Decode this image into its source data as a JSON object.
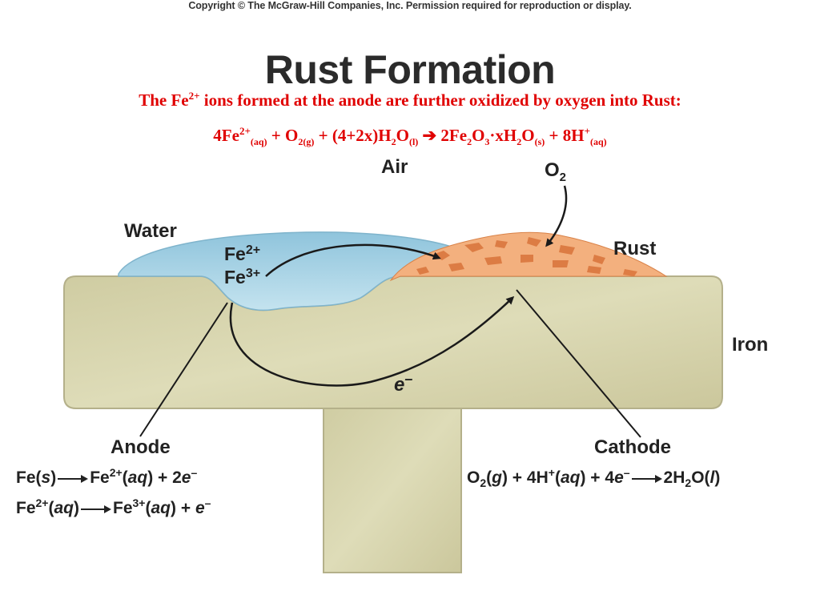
{
  "copyright": "Copyright © The McGraw-Hill Companies, Inc. Permission required for reproduction or display.",
  "title": "Rust Formation",
  "subtitle": {
    "prefix": "The Fe",
    "charge": "2+",
    "suffix": " ions formed at the anode are further oxidized by oxygen into Rust:"
  },
  "equation": {
    "t1": "4Fe",
    "t1_sup": "2+",
    "t1_sub": "(aq)",
    "t2": " + O",
    "t2_sub": "2(g)",
    "t3": " + (4+2x)H",
    "t3_sub1": "2",
    "t3b": "O",
    "t3_sub2": "(l)",
    "arrow": " ➔ ",
    "t4": "2Fe",
    "t4_sub1": "2",
    "t4b": "O",
    "t4_sub2": "3",
    "dot": "·",
    "t5": "xH",
    "t5_sub1": "2",
    "t5b": "O",
    "t5_sub2": "(s)",
    "t6": " + 8H",
    "t6_sup": "+",
    "t6_sub": "(aq)"
  },
  "labels": {
    "air": "Air",
    "o2": "O",
    "o2_sub": "2",
    "water": "Water",
    "fe2": "Fe",
    "fe2_sup": "2+",
    "fe3": "Fe",
    "fe3_sup": "3+",
    "rust": "Rust",
    "iron": "Iron",
    "electron": "e",
    "electron_sup": "–",
    "anode": "Anode",
    "cathode": "Cathode"
  },
  "anode_reactions": {
    "r1_a": "Fe(",
    "r1_s": "s",
    "r1_b": ")",
    "r1_c": "Fe",
    "r1_c_sup": "2+",
    "r1_d": "(",
    "r1_aq": "aq",
    "r1_e": ") + 2",
    "r1_el": "e",
    "r1_el_sup": "–",
    "r2_a": "Fe",
    "r2_a_sup": "2+",
    "r2_b": "(",
    "r2_aq": "aq",
    "r2_c": ")",
    "r2_d": "Fe",
    "r2_d_sup": "3+",
    "r2_e": "(",
    "r2_aq2": "aq",
    "r2_f": ") + ",
    "r2_el": "e",
    "r2_el_sup": "–"
  },
  "cathode_reaction": {
    "a": "O",
    "a_sub": "2",
    "b": "(",
    "g": "g",
    "c": ") + 4H",
    "c_sup": "+",
    "d": "(",
    "aq": "aq",
    "e": ") + 4",
    "el": "e",
    "el_sup": "–",
    "f": "2H",
    "f_sub": "2",
    "g2": "O(",
    "l": "l",
    "h": ")"
  },
  "colors": {
    "iron_fill": "#d8d5ae",
    "iron_stroke": "#b7b38c",
    "water_fill": "#a7d3e6",
    "rust_fill": "#eea06c",
    "rust_dark": "#d8743c",
    "accent_text": "#e00000"
  }
}
